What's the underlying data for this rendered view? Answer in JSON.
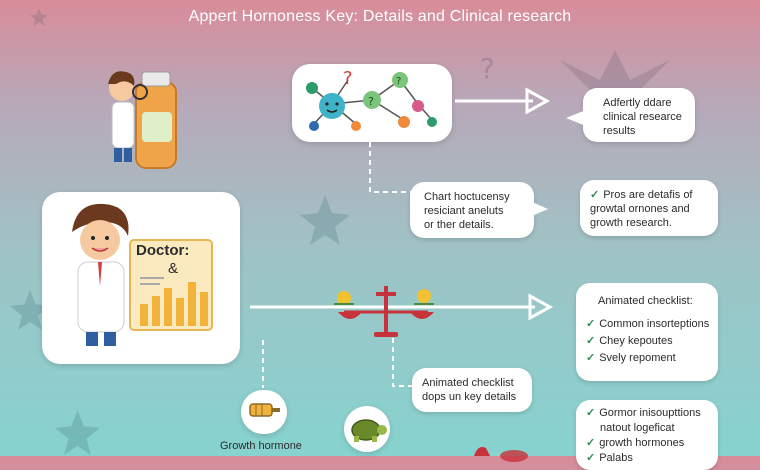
{
  "title": "Appert Hornoness Key: Details and Clinical research",
  "top_right_bubble": {
    "lines": [
      "Adfertly ddare",
      "clinical researce",
      "results"
    ]
  },
  "chart_bubble": {
    "lines": [
      "Chart hoctucensy",
      "resiciant aneluts",
      "or ther details."
    ]
  },
  "pros_bubble": {
    "lines": [
      "Pros are detafis of",
      "growtal ornones and",
      "growth research."
    ]
  },
  "doctor_card": {
    "board_title": "Doctor:",
    "board_symbol": "&"
  },
  "checklist_right": {
    "title": "Animated checklist:",
    "items": [
      "Common insorteptions",
      "Chey kepoutes",
      "Svely repoment"
    ]
  },
  "checklist_center": {
    "lines": [
      "Animated checklist",
      "dops un key details"
    ]
  },
  "checklist_bottom": {
    "items": [
      "Gormor inisoupttions",
      "natout logeficat",
      "growth hormones",
      "Palabs"
    ]
  },
  "bottom_label": "Growth hormone",
  "colors": {
    "arrow": "#ffffff",
    "check": "#2e8b57",
    "scale": "#c8323a"
  }
}
